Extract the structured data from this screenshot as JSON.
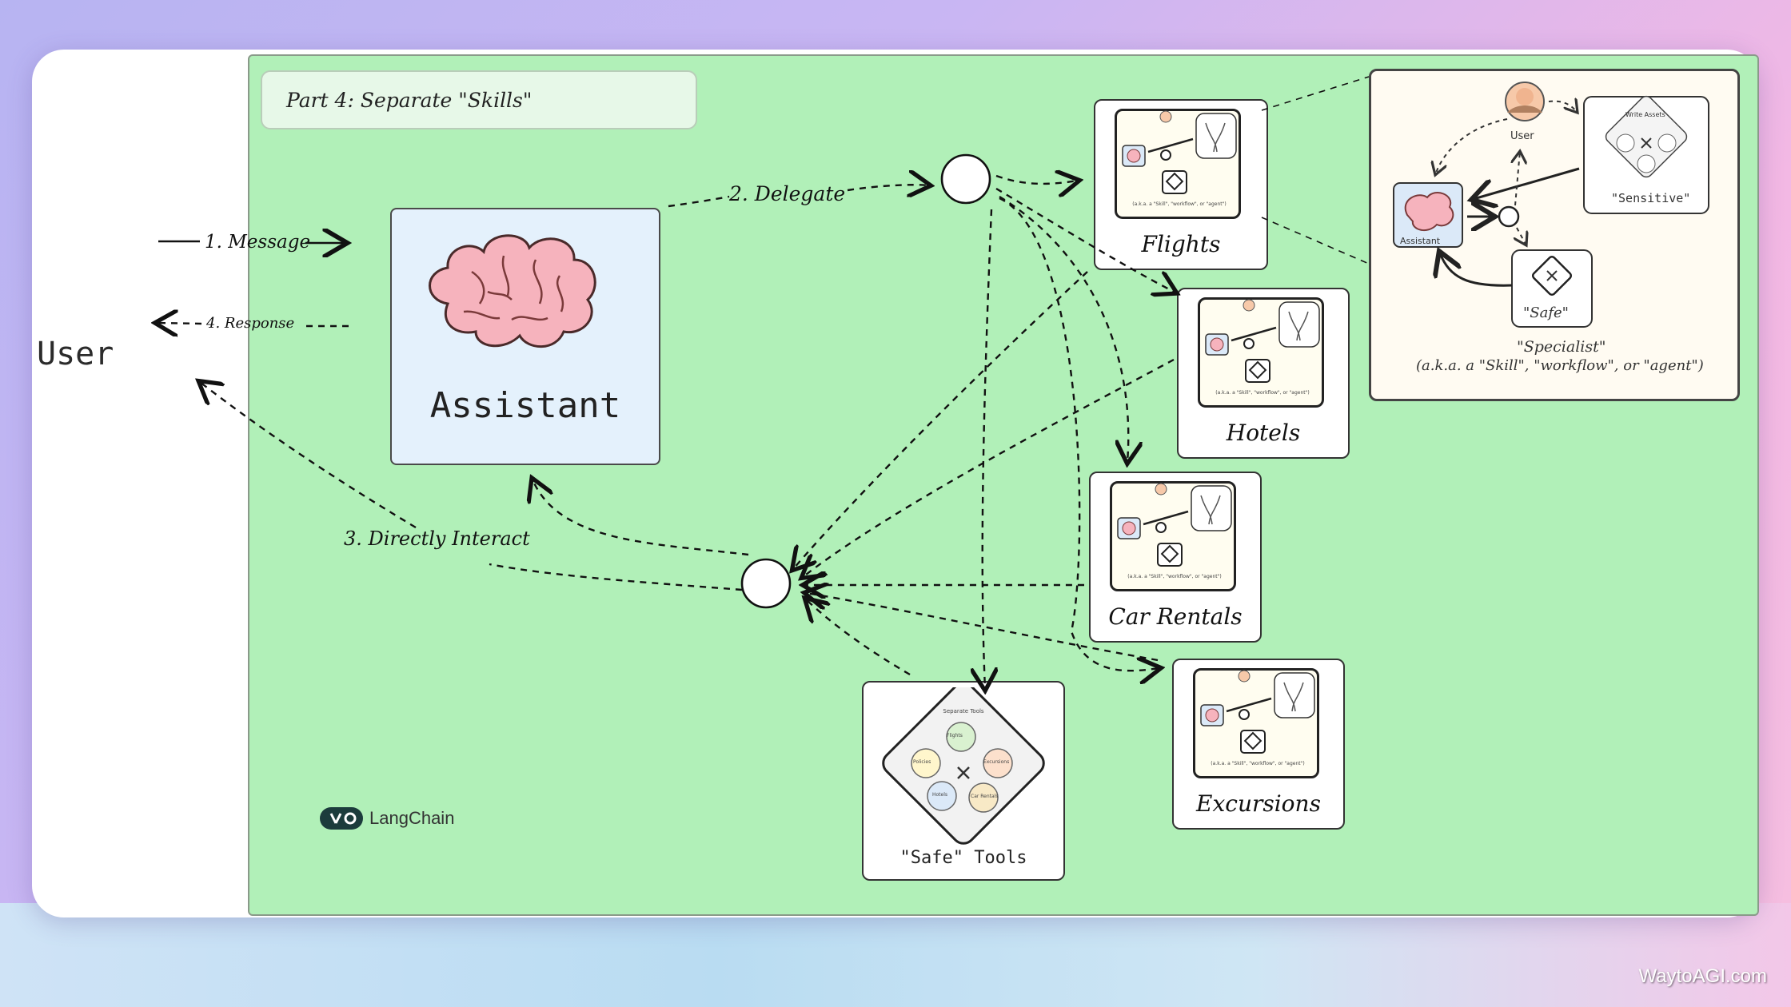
{
  "diagram": {
    "title": "Part 4: Separate \"Skills\"",
    "user_label": "User",
    "assistant_label": "Assistant",
    "edges": {
      "message": "1. Message",
      "response": "4. Response",
      "delegate": "2. Delegate",
      "direct": "3. Directly Interact"
    },
    "skills": [
      {
        "label": "Flights"
      },
      {
        "label": "Hotels"
      },
      {
        "label": "Car Rentals"
      },
      {
        "label": "Excursions"
      }
    ],
    "tools": {
      "label": "\"Safe\" Tools",
      "heading": "Separate Tools",
      "items": [
        "Flights",
        "Policies",
        "Excursions",
        "Hotels",
        "Car Rentals"
      ]
    },
    "inset": {
      "user": "User",
      "assistant": "Assistant",
      "safe": "\"Safe\"",
      "sensitive": "\"Sensitive\"",
      "write_assets": "Write Assets",
      "specialist": "\"Specialist\"",
      "aka": "(a.k.a. a \"Skill\", \"workflow\", or \"agent\")"
    },
    "mini_caption": "(a.k.a. a \"Skill\", \"workflow\", or \"agent\")",
    "brand": "LangChain",
    "watermark": "WaytoAGI.com"
  }
}
